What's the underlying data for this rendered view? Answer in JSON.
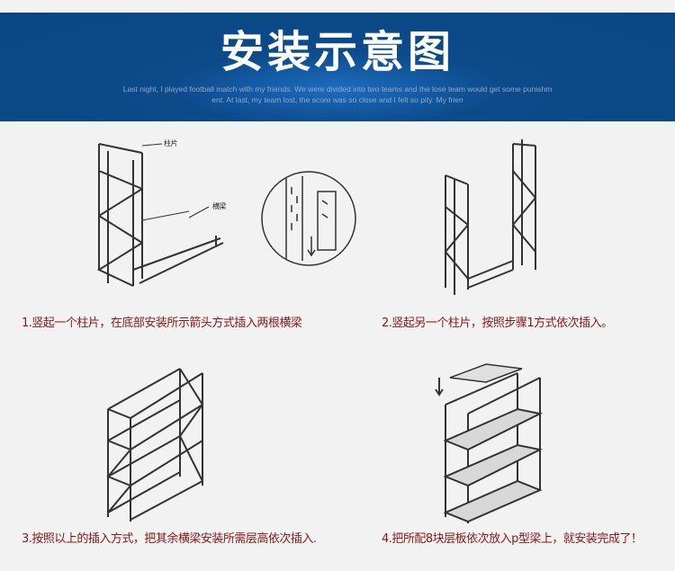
{
  "banner": {
    "title": "安装示意图",
    "subtitle_line1": "Last night, I played football match with my friends. We were divided into two teams and the lose team would get some punishm",
    "subtitle_line2": "ent. At last, my team lost, the score was so close and I felt so pity. My frien"
  },
  "steps": [
    {
      "caption": "1.竖起一个柱片，在底部安装所示箭头方式插入两根横梁",
      "labels": {
        "upright": "柱片",
        "beam": "横梁"
      }
    },
    {
      "caption": "2.竖起另一个柱片，按照步骤1方式依次插入。"
    },
    {
      "caption": "3.按照以上的插入方式，把其余横梁安装所需层高依次插入."
    },
    {
      "caption": "4.把所配8块层板依次放入p型梁上，就安装完成了！"
    }
  ],
  "colors": {
    "banner": "#0c4a8a",
    "caption": "#8b1616"
  }
}
